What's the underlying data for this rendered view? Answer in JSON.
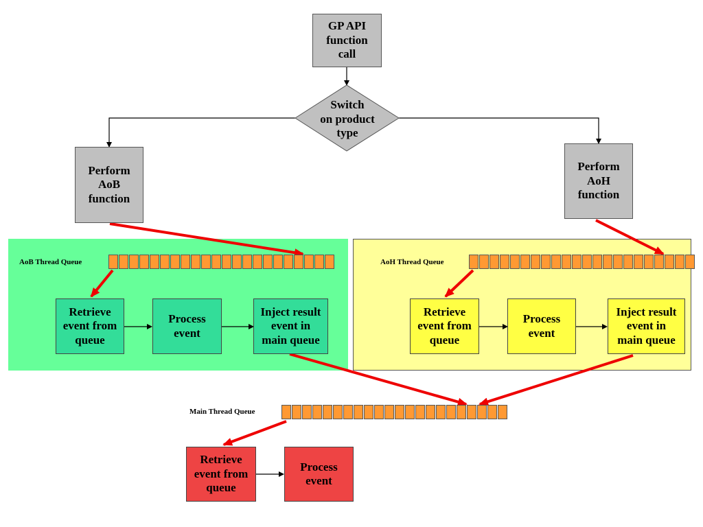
{
  "colors": {
    "gray_box": "#c0c0c0",
    "aob_panel": "#66ff99",
    "aoh_panel": "#ffff99",
    "green_box": "#33dd99",
    "yellow_box": "#ffff44",
    "red_box": "#ee4444",
    "queue_cell": "#ff9933",
    "red_arrow": "#ee0000"
  },
  "top": {
    "gp_api_call": "GP API\nfunction\ncall",
    "switch": "Switch\non product\ntype",
    "perform_aob": "Perform\nAoB\nfunction",
    "perform_aoh": "Perform\nAoH\nfunction"
  },
  "aob": {
    "queue_label": "AoB Thread Queue",
    "retrieve": "Retrieve\nevent from\nqueue",
    "process": "Process\nevent",
    "inject": "Inject result\nevent in\nmain queue"
  },
  "aoh": {
    "queue_label": "AoH Thread Queue",
    "retrieve": "Retrieve\nevent from\nqueue",
    "process": "Process\nevent",
    "inject": "Inject result\nevent in\nmain queue"
  },
  "main": {
    "queue_label": "Main Thread Queue",
    "retrieve": "Retrieve\nevent from\nqueue",
    "process": "Process\nevent"
  }
}
